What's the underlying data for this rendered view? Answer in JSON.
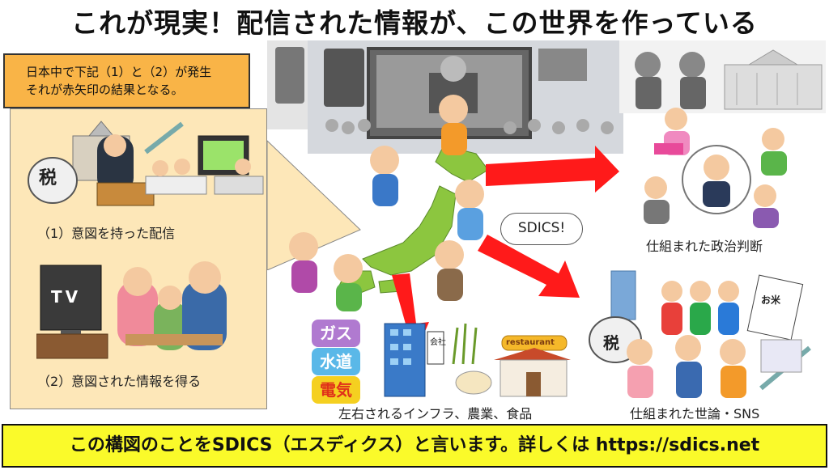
{
  "title": "これが現実！配信された情報が、この世界を作っている",
  "note": {
    "line1": "日本中で下記（1）と（2）が発生",
    "line2": "それが赤矢印の結果となる。"
  },
  "labels": {
    "intended_broadcast": "（1）意図を持った配信",
    "receive_info": "（2）意図された情報を得る",
    "politics": "仕組まれた政治判断",
    "infra": "左右されるインフラ、農業、食品",
    "opinion": "仕組まれた世論・SNS"
  },
  "bubble": "SDICS!",
  "tax": "税",
  "tv": "TV",
  "utilities": [
    "ガス",
    "水道",
    "電気"
  ],
  "company": "会社",
  "restaurant": "restaurant",
  "rice": "お米",
  "footer": "この構図のことをSDICS（エスディクス）と言います。詳しくは https://sdics.net",
  "colors": {
    "arrow": "#ff1a1a",
    "note": "#f9b447",
    "panel": "#fde7b8",
    "footer": "#fafa2a",
    "map": "#8cc63f"
  }
}
